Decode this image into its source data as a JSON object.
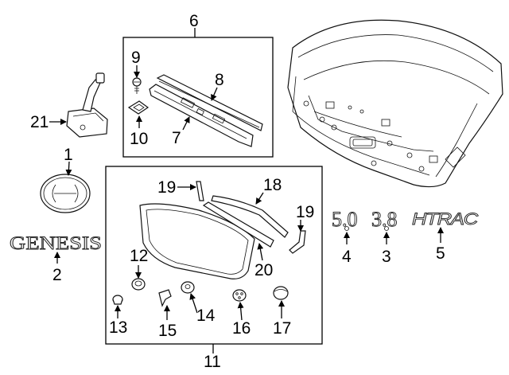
{
  "callouts": [
    "1",
    "2",
    "3",
    "4",
    "5",
    "6",
    "7",
    "8",
    "9",
    "10",
    "11",
    "12",
    "13",
    "14",
    "15",
    "16",
    "17",
    "18",
    "19",
    "20",
    "21"
  ],
  "emblems": {
    "genesis": "GENESIS",
    "badge_50": "5.0",
    "badge_38": "3.8",
    "htrac": "HTRAC"
  }
}
